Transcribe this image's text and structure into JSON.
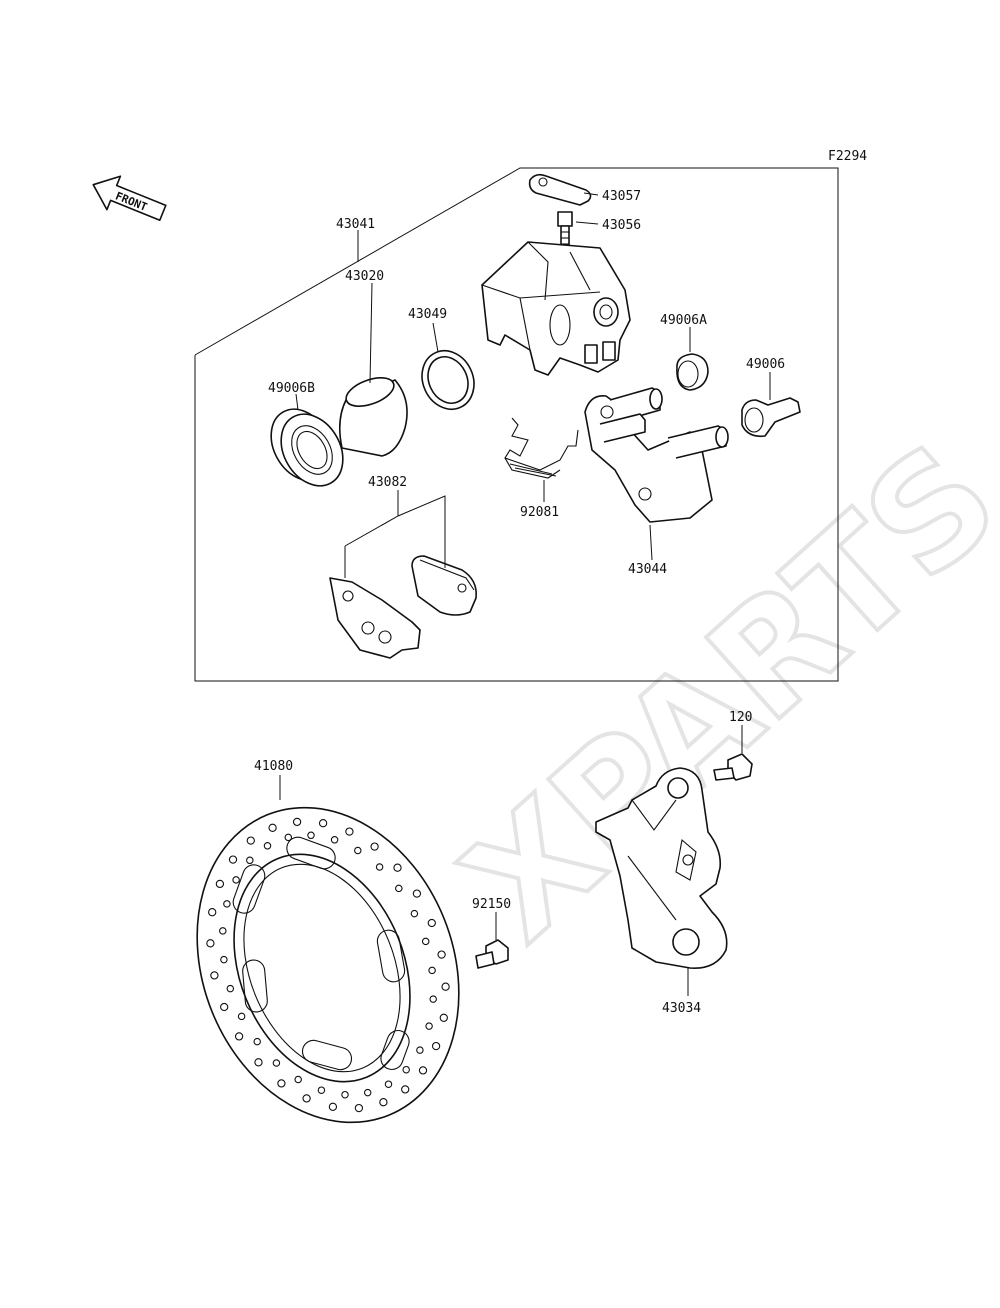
{
  "figure_code": "F2294",
  "watermark": "XPARTS",
  "front_label": "FRONT",
  "parts": {
    "caliper_assy": "43041",
    "bleed_cap": "43057",
    "bleed_valve": "43056",
    "piston_seal": "43049",
    "piston": "43020",
    "dust_seal_b": "49006B",
    "boot_a": "49006A",
    "boot": "49006",
    "pad_spring": "92081",
    "caliper_holder": "43044",
    "pad_assy": "43082",
    "bolt": "120",
    "disc": "41080",
    "disc_bolt": "92150",
    "bracket": "43034"
  }
}
